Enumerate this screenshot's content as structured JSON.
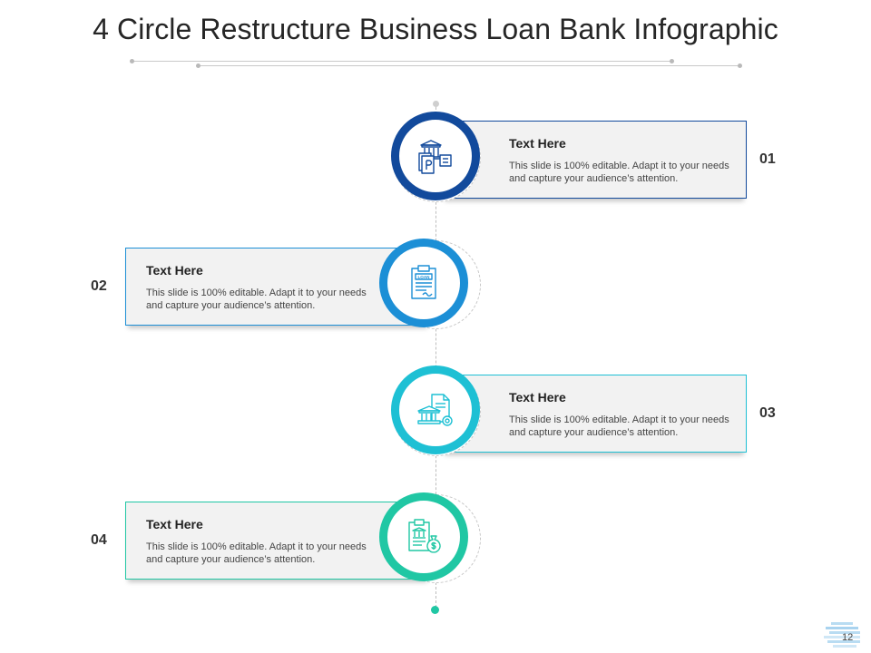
{
  "slide": {
    "title": "4 Circle Restructure Business Loan Bank Infographic",
    "page_number": "12"
  },
  "colors": {
    "step1": "#124a9c",
    "step2": "#1c8fd6",
    "step3": "#1ec0d4",
    "step4": "#20c7a4"
  },
  "steps": [
    {
      "number": "01",
      "heading": "Text Here",
      "body": "This slide is 100% editable. Adapt it to your needs and capture your audience’s attention.",
      "icon": "bank-building-documents-icon"
    },
    {
      "number": "02",
      "heading": "Text Here",
      "body": "This slide is 100% editable. Adapt it to your needs and capture your audience’s attention.",
      "icon": "loan-document-icon"
    },
    {
      "number": "03",
      "heading": "Text Here",
      "body": "This slide is 100% editable. Adapt it to your needs and capture your audience’s attention.",
      "icon": "bank-document-coin-icon"
    },
    {
      "number": "04",
      "heading": "Text Here",
      "body": "This slide is 100% editable. Adapt it to your needs and capture your audience’s attention.",
      "icon": "loan-clipboard-dollar-icon"
    }
  ],
  "icon_labels": {
    "loan_tag": "LOAN"
  }
}
